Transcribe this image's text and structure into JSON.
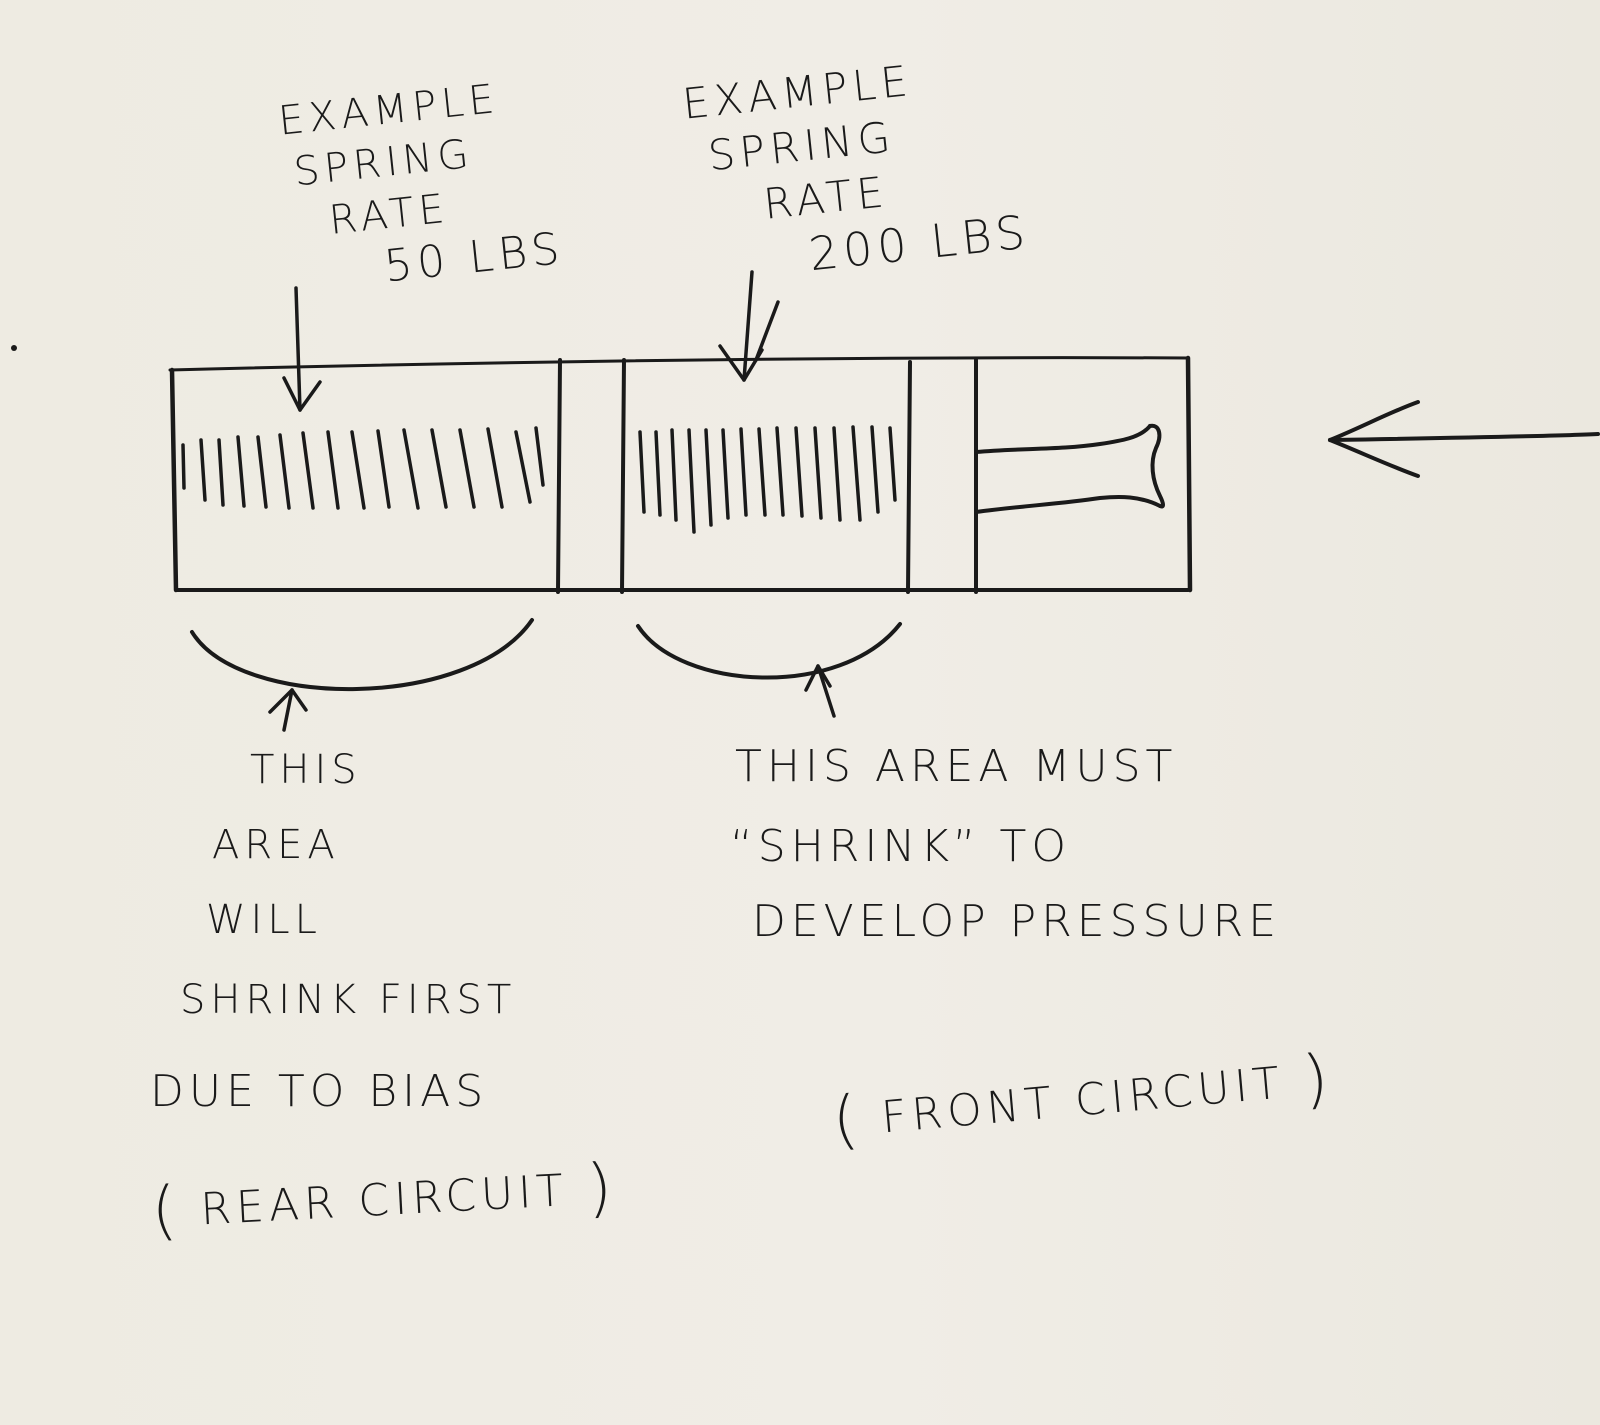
{
  "spring_labels": {
    "rear": {
      "line1": "EXAMPLE",
      "line2": "SPRING",
      "line3": "RATE",
      "line4": "50 LBS"
    },
    "front": {
      "line1": "EXAMPLE",
      "line2": "SPRING",
      "line3": "RATE",
      "line4": "200 LBS"
    }
  },
  "notes": {
    "rear_area": [
      "THIS",
      "AREA",
      "WILL",
      "SHRINK FIRST",
      "DUE TO BIAS"
    ],
    "front_area": [
      "THIS AREA MUST",
      "“SHRINK” TO",
      "DEVELOP PRESSURE"
    ]
  },
  "circuits": {
    "rear": {
      "open": "(",
      "text": "REAR CIRCUIT",
      "close": ")"
    },
    "front": {
      "open": "(",
      "text": "FRONT CIRCUIT",
      "close": ")"
    }
  },
  "colors": {
    "paper": "#efece4",
    "ink": "#1a1a1a"
  }
}
